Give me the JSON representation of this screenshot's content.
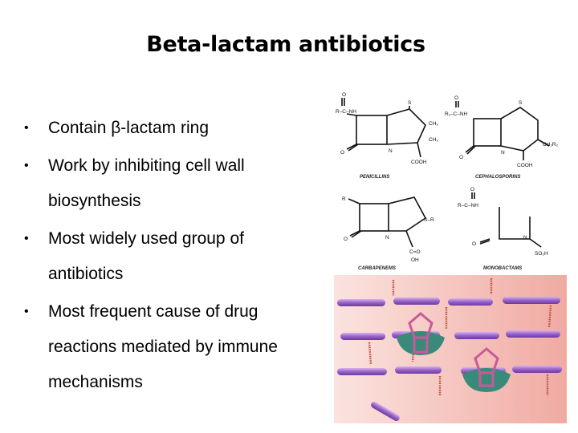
{
  "slide": {
    "title": "Beta-lactam antibiotics",
    "bullet_glyph": "•",
    "bullets": [
      {
        "line1": "Contain β-lactam ring",
        "line2": "",
        "line3": ""
      },
      {
        "line1": "Work by inhibiting cell wall",
        "line2": "biosynthesis",
        "line3": ""
      },
      {
        "line1": "Most widely used group of",
        "line2": "antibiotics",
        "line3": ""
      },
      {
        "line1": "Most frequent cause of drug",
        "line2": "reactions mediated by immune",
        "line3": "mechanisms"
      }
    ]
  },
  "structures": {
    "penicillins": {
      "caption": "PENICILLINS",
      "side_chain": "R–C–NH",
      "carbonyl": "O",
      "ring_oxygen": "O",
      "sulfur": "S",
      "nitrogen": "N",
      "methyl_1": "CH₃",
      "methyl_2": "CH₃",
      "acid": "COOH"
    },
    "cephalosporins": {
      "caption": "CEPHALOSPORINS",
      "side_chain": "R₁–C–NH",
      "carbonyl": "O",
      "ring_oxygen": "O",
      "sulfur": "S",
      "nitrogen": "N",
      "substituent": "CH₂R₂",
      "acid": "COOH"
    },
    "carbapenems": {
      "caption": "CARBAPENEMS",
      "side_chain": "R",
      "ring_oxygen": "O",
      "nitrogen": "N",
      "thio_group": "S–R",
      "carbonyl": "C=O",
      "hydroxyl": "OH"
    },
    "monobactams": {
      "caption": "MONOBACTAMS",
      "side_chain": "R–C–NH",
      "carbonyl": "O",
      "ring_oxygen": "O",
      "nitrogen": "N",
      "sulfonate": "SO₃H"
    }
  },
  "illustration": {
    "background_color": "#f2b8b0",
    "rod_color": "#9a62c9",
    "antibiotic_color": "#c85a9a",
    "enzyme_color": "#3a8a7a"
  }
}
